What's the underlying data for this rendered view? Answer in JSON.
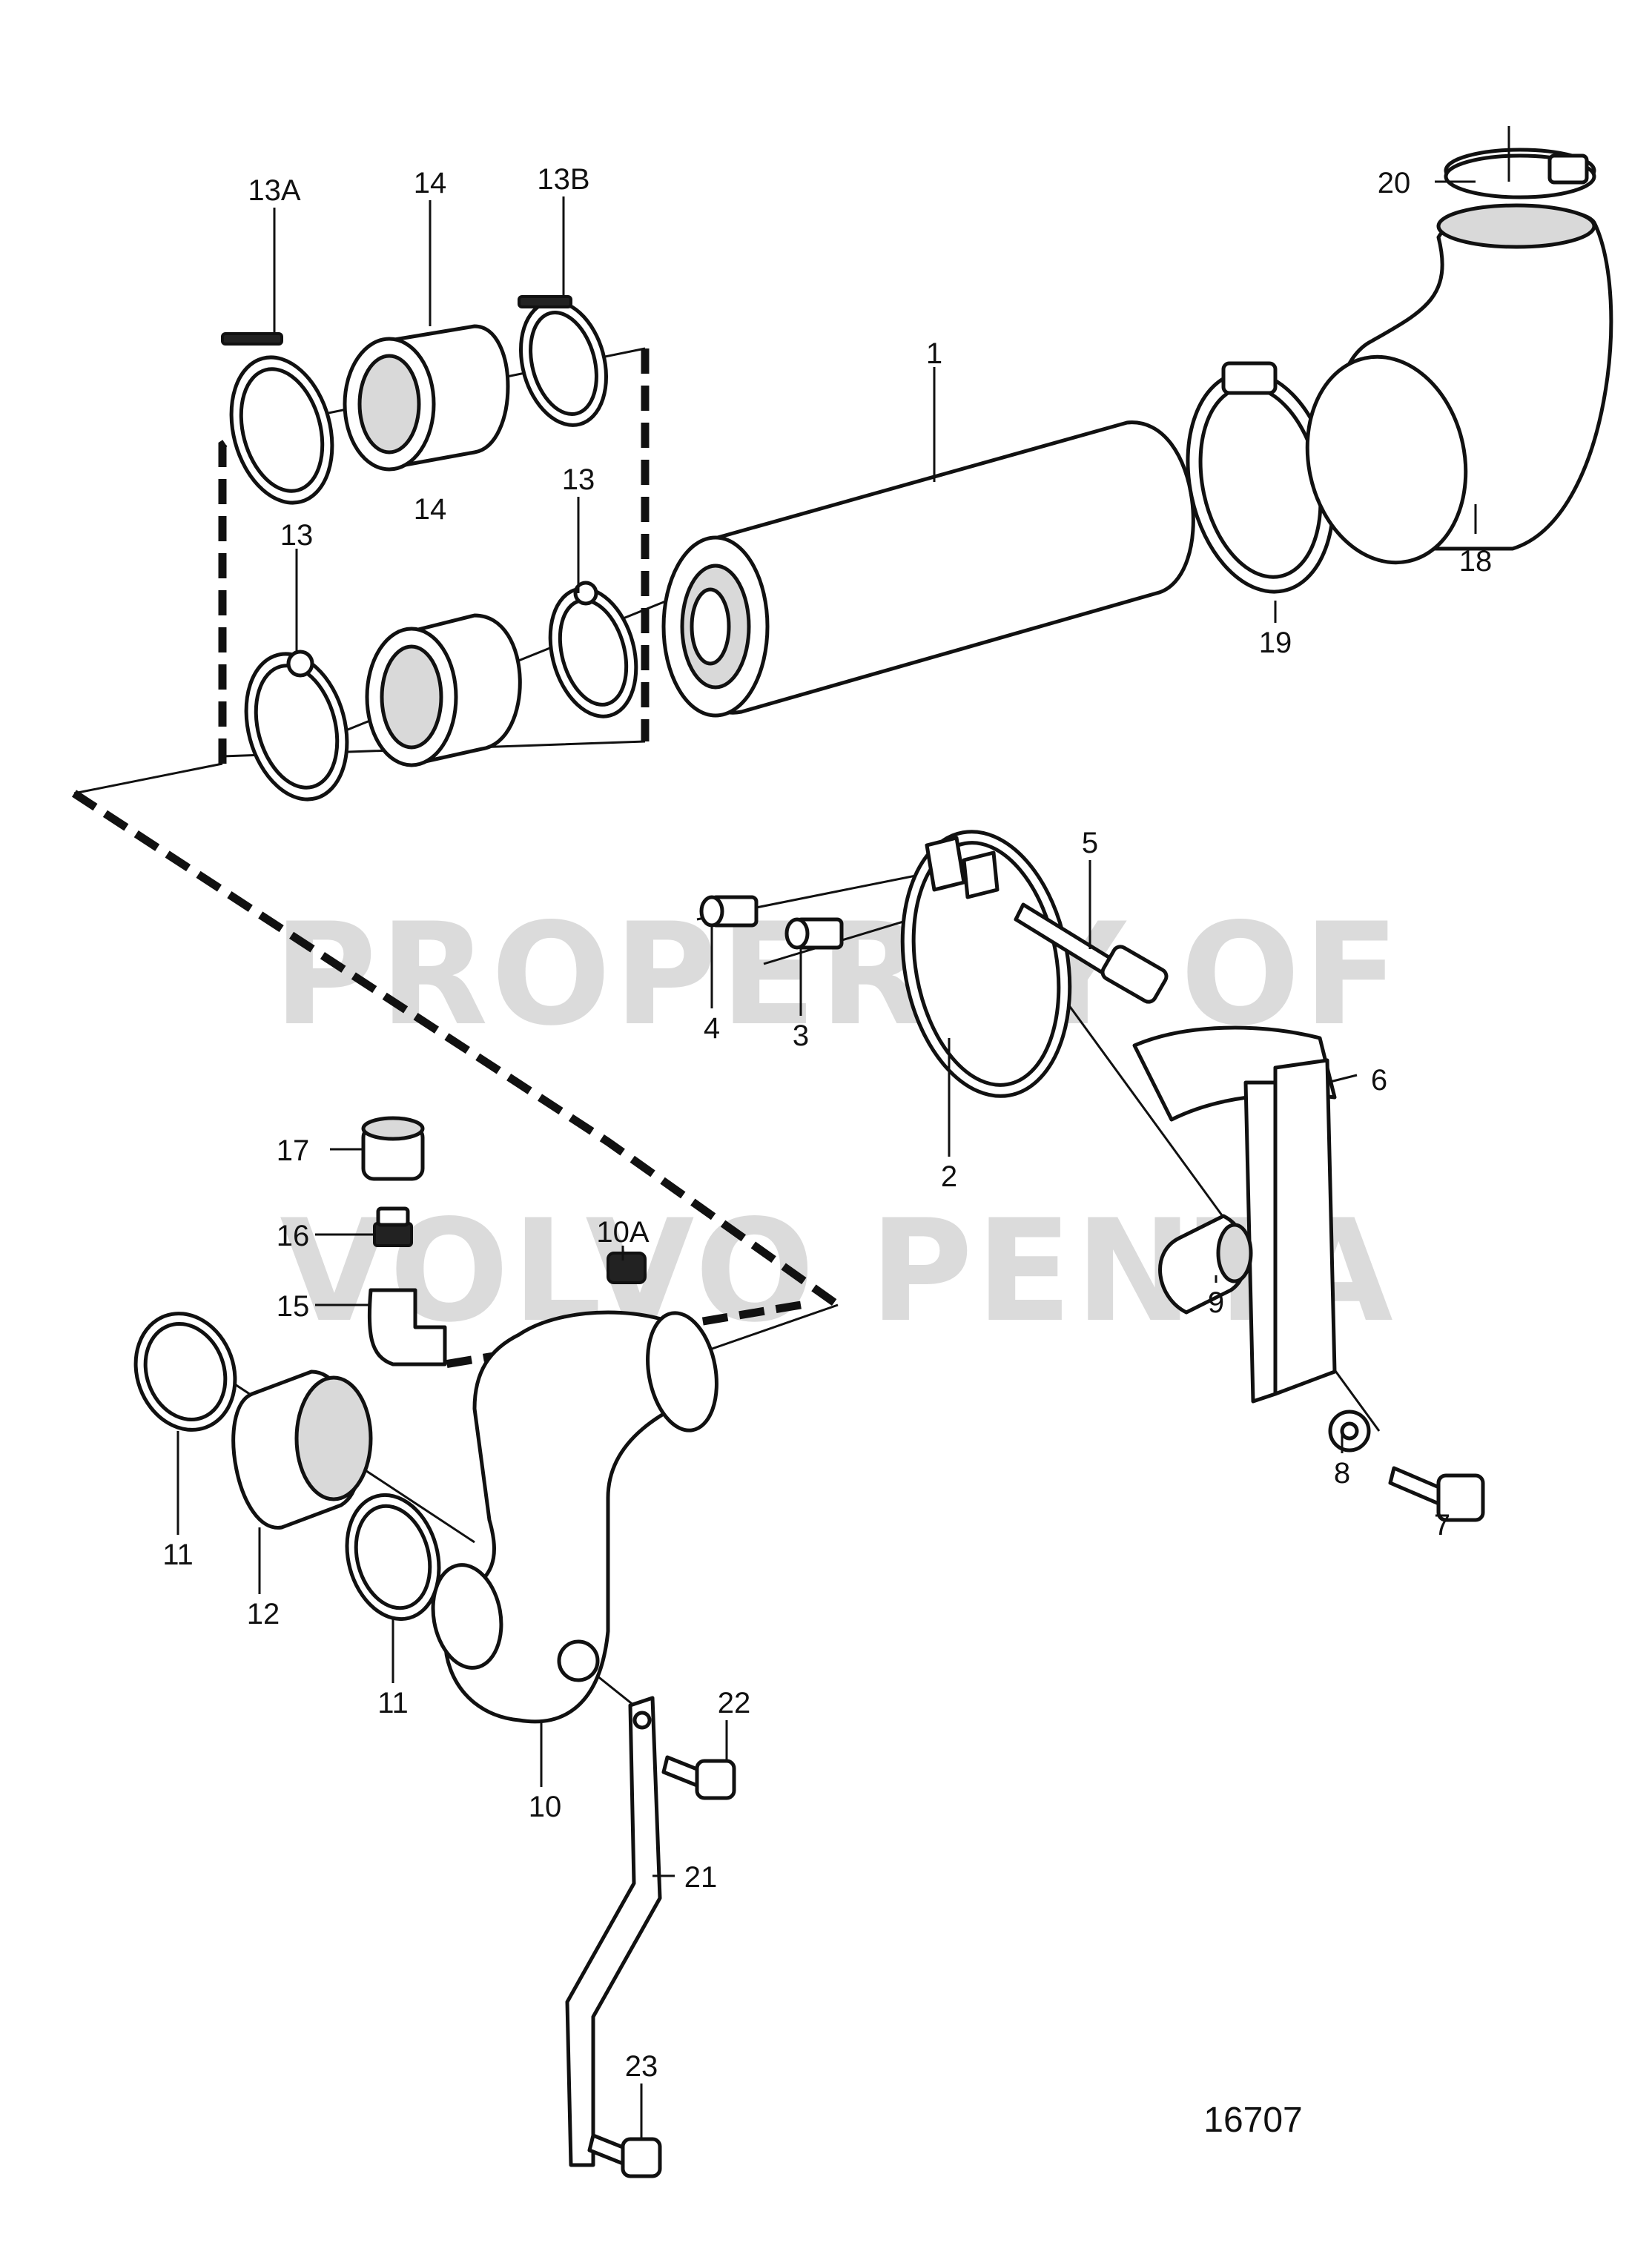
{
  "watermark": {
    "line1": "PROPERTY OF",
    "line2": "VOLVO PENTA"
  },
  "drawing_number": "16707",
  "parts": [
    {
      "key": "p1",
      "label": "1"
    },
    {
      "key": "p2",
      "label": "2"
    },
    {
      "key": "p3",
      "label": "3"
    },
    {
      "key": "p4",
      "label": "4"
    },
    {
      "key": "p5",
      "label": "5"
    },
    {
      "key": "p6",
      "label": "6"
    },
    {
      "key": "p7",
      "label": "7"
    },
    {
      "key": "p8",
      "label": "8"
    },
    {
      "key": "p9",
      "label": "9"
    },
    {
      "key": "p10",
      "label": "10"
    },
    {
      "key": "p10a",
      "label": "10A"
    },
    {
      "key": "p11a",
      "label": "11"
    },
    {
      "key": "p11b",
      "label": "11"
    },
    {
      "key": "p12",
      "label": "12"
    },
    {
      "key": "p13a",
      "label": "13"
    },
    {
      "key": "p13b",
      "label": "13"
    },
    {
      "key": "p13A",
      "label": "13A"
    },
    {
      "key": "p13B",
      "label": "13B"
    },
    {
      "key": "p14a",
      "label": "14"
    },
    {
      "key": "p14b",
      "label": "14"
    },
    {
      "key": "p15",
      "label": "15"
    },
    {
      "key": "p16",
      "label": "16"
    },
    {
      "key": "p17",
      "label": "17"
    },
    {
      "key": "p18",
      "label": "18"
    },
    {
      "key": "p19",
      "label": "19"
    },
    {
      "key": "p20",
      "label": "20"
    },
    {
      "key": "p21",
      "label": "21"
    },
    {
      "key": "p22",
      "label": "22"
    },
    {
      "key": "p23",
      "label": "23"
    }
  ]
}
